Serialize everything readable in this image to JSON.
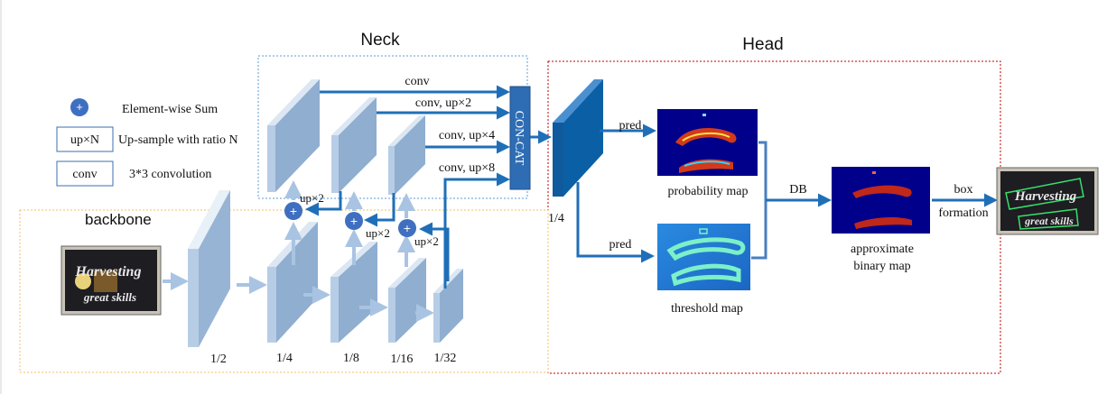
{
  "sections": {
    "neck": "Neck",
    "head": "Head",
    "backbone": "backbone"
  },
  "legend": {
    "sum_symbol": "+",
    "sum_label": "Element-wise Sum",
    "upsample_box": "up×N",
    "upsample_label": "Up-sample with ratio N",
    "conv_box": "conv",
    "conv_label": "3*3 convolution"
  },
  "backbone": {
    "input_image_text": [
      "Harvesting",
      "great skills"
    ],
    "scales": [
      "1/2",
      "1/4",
      "1/8",
      "1/16",
      "1/32"
    ]
  },
  "neck": {
    "paths": [
      "conv",
      "conv, up×2",
      "conv, up×4",
      "conv, up×8"
    ],
    "upsample_labels": [
      "up×2",
      "up×2",
      "up×2"
    ],
    "sum_symbol": "+",
    "concat_label": "CON-CAT"
  },
  "head": {
    "feature_scale": "1/4",
    "pred_labels": [
      "pred",
      "pred"
    ],
    "probability_map_label": "probability map",
    "threshold_map_label": "threshold map",
    "db_label": "DB",
    "binary_map_label": [
      "approximate",
      "binary map"
    ],
    "box_label": [
      "box",
      "formation"
    ]
  },
  "colors": {
    "arrow_blue": "#1f6fb8",
    "light_arrow": "#a9c4e2",
    "feature_light": "#a8c3e0",
    "feature_dark": "#0b5fa5",
    "sum_node": "#3f6fc0",
    "neck_border": "#5b9bd5",
    "head_border": "#c00000",
    "backbone_border": "#f0c060",
    "heatmap_bg": "#00008b",
    "threshold_bg": "#1f7bd0"
  }
}
